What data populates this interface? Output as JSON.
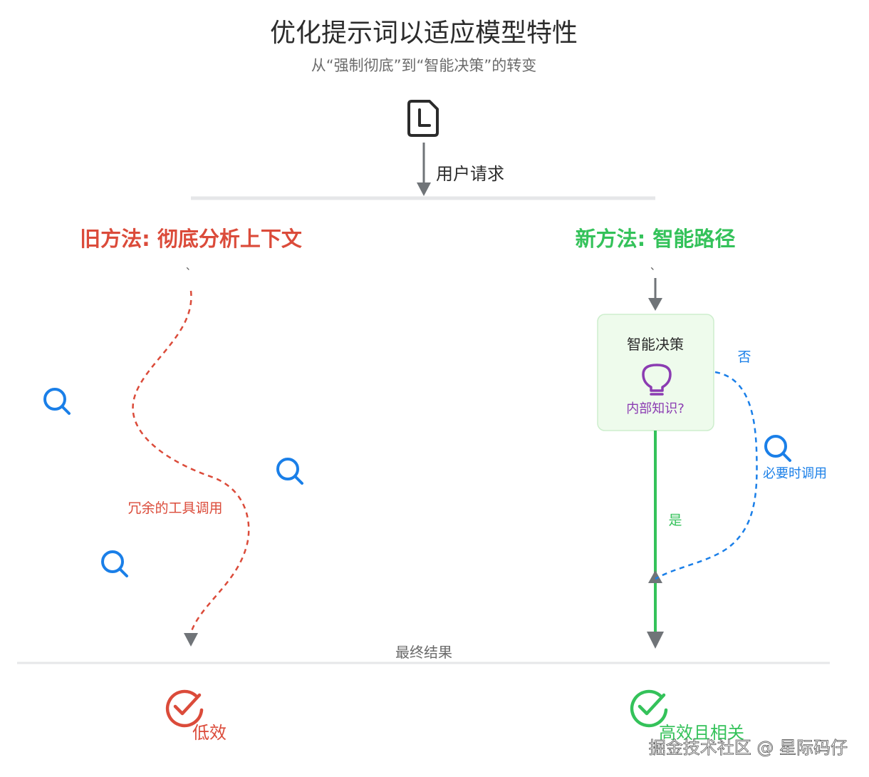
{
  "title": "优化提示词以适应模型特性",
  "subtitle": "从“强制彻底”到“智能决策”的转变",
  "flow": {
    "request_label": "用户请求",
    "result_label": "最终结果"
  },
  "old_method": {
    "heading": "旧方法: 彻底分析上下文",
    "tick": "、",
    "redundant_label": "冗余的工具调用",
    "result_label": "低效"
  },
  "new_method": {
    "heading": "新方法: 智能路径",
    "tick": "、",
    "decision_title": "智能决策",
    "decision_question": "内部知识?",
    "no_label": "否",
    "yes_label": "是",
    "call_label": "必要时调用",
    "result_label": "高效且相关"
  },
  "watermark": "掘金技术社区 @ 星际码仔",
  "colors": {
    "red": "#db4b3a",
    "green": "#34c25a",
    "blue": "#1a7fe8",
    "purple": "#8b3cb2",
    "gray": "#707478",
    "box_fill": "#eefbec",
    "box_border": "#cdeecd"
  },
  "icons": {
    "document": "document-icon",
    "search": "search-icon",
    "bulb": "lightbulb-icon",
    "check": "check-circle-icon"
  }
}
